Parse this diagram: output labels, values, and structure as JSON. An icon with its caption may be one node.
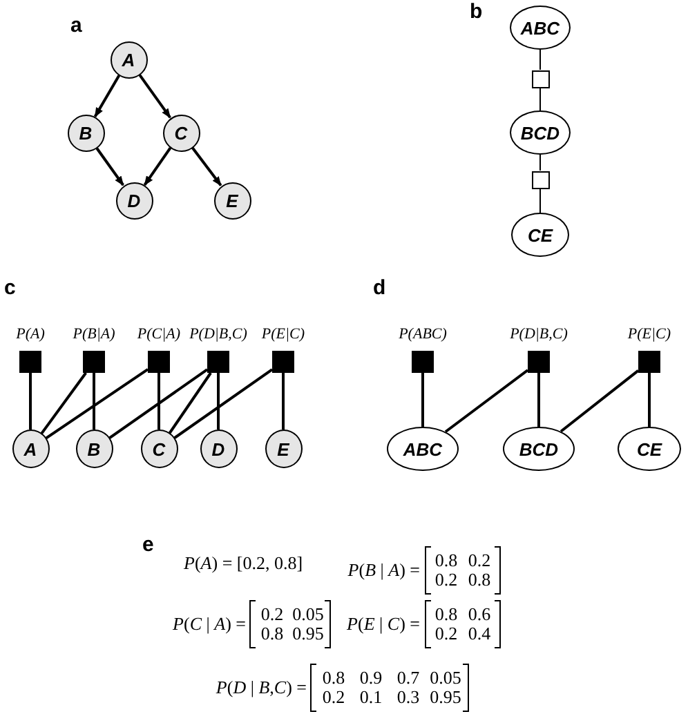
{
  "diagram": {
    "nodes": [
      {
        "text": [
          "A"
        ]
      },
      {
        "text": [
          "B"
        ]
      },
      {
        "text": [
          "C"
        ]
      },
      {
        "text": [
          "D"
        ]
      },
      {
        "text": [
          "E"
        ]
      },
      {
        "text": [
          "ABC"
        ]
      },
      {
        "text": [],
        "shape": "box"
      },
      {
        "text": [
          "BCD"
        ]
      },
      {
        "text": [],
        "shape": "box"
      },
      {
        "text": [
          "CE"
        ]
      },
      {
        "text": [
          "P(A)"
        ]
      },
      {
        "text": [
          "P(B|A)"
        ]
      },
      {
        "text": [
          "P(C|A)"
        ]
      },
      {
        "text": [
          "P(D|B,C)"
        ]
      },
      {
        "text": [
          "P(E|C)"
        ]
      },
      {
        "text": [
          "A"
        ]
      },
      {
        "text": [
          "B"
        ]
      },
      {
        "text": [
          "C"
        ]
      },
      {
        "text": [
          "D"
        ]
      },
      {
        "text": [
          "E"
        ]
      },
      {
        "text": [
          "P(ABC)"
        ]
      },
      {
        "text": [
          "P(D|B,C)"
        ]
      },
      {
        "text": [
          "P(E|C)"
        ]
      },
      {
        "text": [
          "ABC"
        ]
      },
      {
        "text": [
          "BCD"
        ]
      },
      {
        "text": [
          "CE"
        ]
      }
    ],
    "edges": [
      {
        "from": 0,
        "to": 1,
        "arrow": "to"
      },
      {
        "from": 0,
        "to": 2,
        "arrow": "to"
      },
      {
        "from": 1,
        "to": 3,
        "arrow": "to"
      },
      {
        "from": 2,
        "to": 3,
        "arrow": "to"
      },
      {
        "from": 2,
        "to": 4,
        "arrow": "to"
      },
      {
        "from": 5,
        "to": 6,
        "arrow": "none"
      },
      {
        "from": 6,
        "to": 7,
        "arrow": "none"
      },
      {
        "from": 7,
        "to": 8,
        "arrow": "none"
      },
      {
        "from": 8,
        "to": 9,
        "arrow": "none"
      },
      {
        "from": 10,
        "to": 15,
        "arrow": "none"
      },
      {
        "from": 11,
        "to": 15,
        "arrow": "none"
      },
      {
        "from": 11,
        "to": 16,
        "arrow": "none"
      },
      {
        "from": 12,
        "to": 15,
        "arrow": "none"
      },
      {
        "from": 12,
        "to": 17,
        "arrow": "none"
      },
      {
        "from": 13,
        "to": 16,
        "arrow": "none"
      },
      {
        "from": 13,
        "to": 17,
        "arrow": "none"
      },
      {
        "from": 13,
        "to": 18,
        "arrow": "none"
      },
      {
        "from": 14,
        "to": 17,
        "arrow": "none"
      },
      {
        "from": 14,
        "to": 19,
        "arrow": "none"
      },
      {
        "from": 20,
        "to": 23,
        "arrow": "none"
      },
      {
        "from": 21,
        "to": 23,
        "arrow": "none"
      },
      {
        "from": 21,
        "to": 24,
        "arrow": "none"
      },
      {
        "from": 22,
        "to": 24,
        "arrow": "none"
      },
      {
        "from": 22,
        "to": 25,
        "arrow": "none"
      }
    ],
    "labels": [
      "a",
      "b",
      "c",
      "d",
      "e",
      "*P*(*A*) = [0.2, 0.8]",
      "*P*(*B* | *A*) =",
      "0.8",
      "0.2",
      "0.2",
      "0.8",
      "*P*(*C* | *A*) =",
      "0.2",
      "0.05",
      "0.8",
      "0.95",
      "*P*(*E* | *C*) =",
      "0.8",
      "0.6",
      "0.2",
      "0.4",
      "*P*(*D* | *B*,*C*) =",
      "0.8",
      "0.9",
      "0.7",
      "0.05",
      "0.2",
      "0.1",
      "0.3",
      "0.95"
    ]
  }
}
